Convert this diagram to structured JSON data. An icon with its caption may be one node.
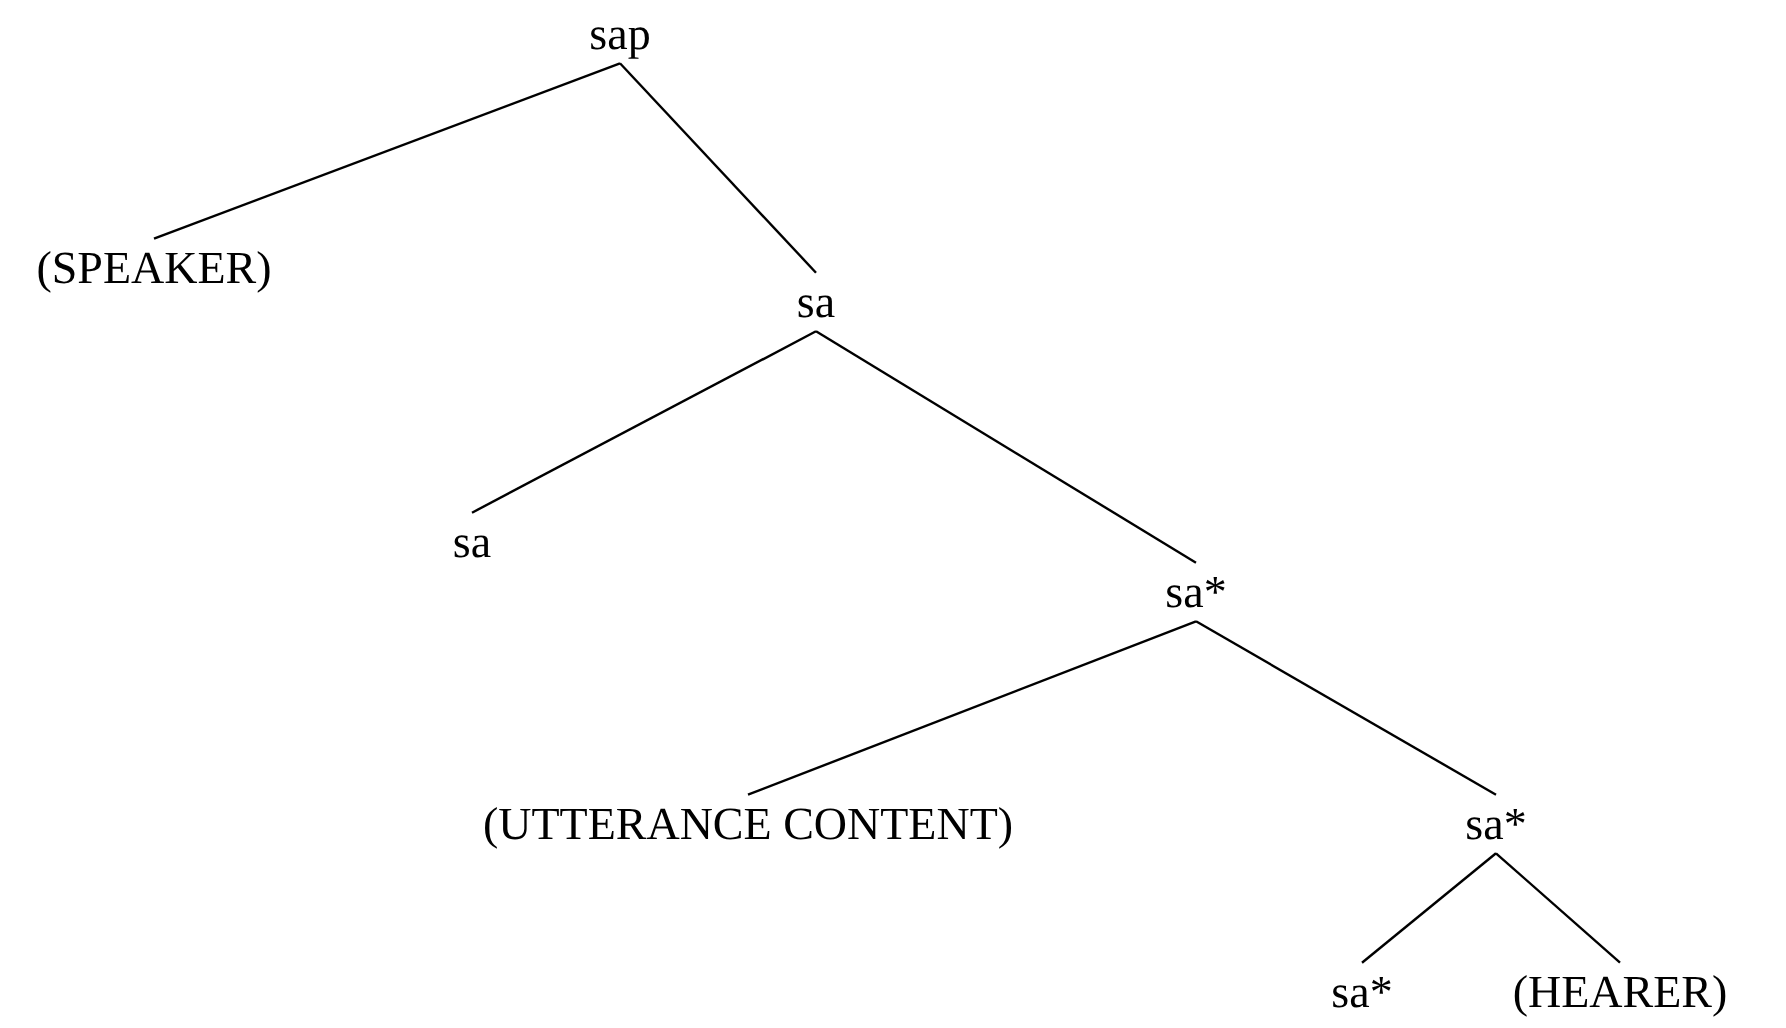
{
  "diagram": {
    "nodes": [
      {
        "text": [
          "sap"
        ]
      },
      {
        "text": [
          "(SPEAKER)"
        ]
      },
      {
        "text": [
          "sa"
        ]
      },
      {
        "text": [
          "sa"
        ]
      },
      {
        "text": [
          "sa*"
        ]
      },
      {
        "text": [
          "(UTTERANCE CONTENT)"
        ]
      },
      {
        "text": [
          "sa*"
        ]
      },
      {
        "text": [
          "sa*"
        ]
      },
      {
        "text": [
          "(HEARER)"
        ]
      }
    ],
    "edges": [
      {
        "from": 0,
        "to": 1,
        "arrow": "none"
      },
      {
        "from": 0,
        "to": 2,
        "arrow": "none"
      },
      {
        "from": 2,
        "to": 3,
        "arrow": "none"
      },
      {
        "from": 2,
        "to": 4,
        "arrow": "none"
      },
      {
        "from": 4,
        "to": 5,
        "arrow": "none"
      },
      {
        "from": 4,
        "to": 6,
        "arrow": "none"
      },
      {
        "from": 6,
        "to": 7,
        "arrow": "none"
      },
      {
        "from": 6,
        "to": 8,
        "arrow": "none"
      }
    ]
  }
}
